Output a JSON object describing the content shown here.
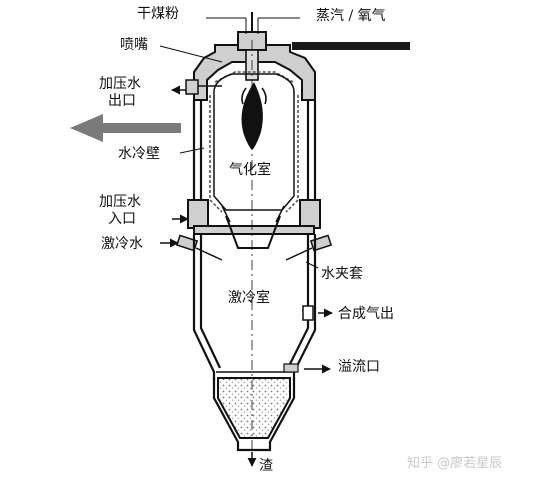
{
  "labels": {
    "dry_coal_powder": "干煤粉",
    "steam_oxygen": "蒸汽 / 氧气",
    "nozzle": "喷嘴",
    "pressurized_water_outlet_line1": "加压水",
    "pressurized_water_outlet_line2": "出口",
    "water_cooled_wall": "水冷壁",
    "gasification_chamber": "气化室",
    "pressurized_water_inlet_line1": "加压水",
    "pressurized_water_inlet_line2": "入口",
    "quench_water": "激冷水",
    "water_jacket": "水夹套",
    "quench_chamber": "激冷室",
    "syngas_outlet": "合成气出",
    "overflow_port": "溢流口",
    "slag": "渣"
  },
  "watermark": {
    "text": "知乎 @廖若星辰"
  },
  "colors": {
    "outline": "#111111",
    "wall_fill": "#cfcfcf",
    "flame": "#111111",
    "slag_fill": "#e6e6e6",
    "watermark": "#c9c9c9"
  }
}
